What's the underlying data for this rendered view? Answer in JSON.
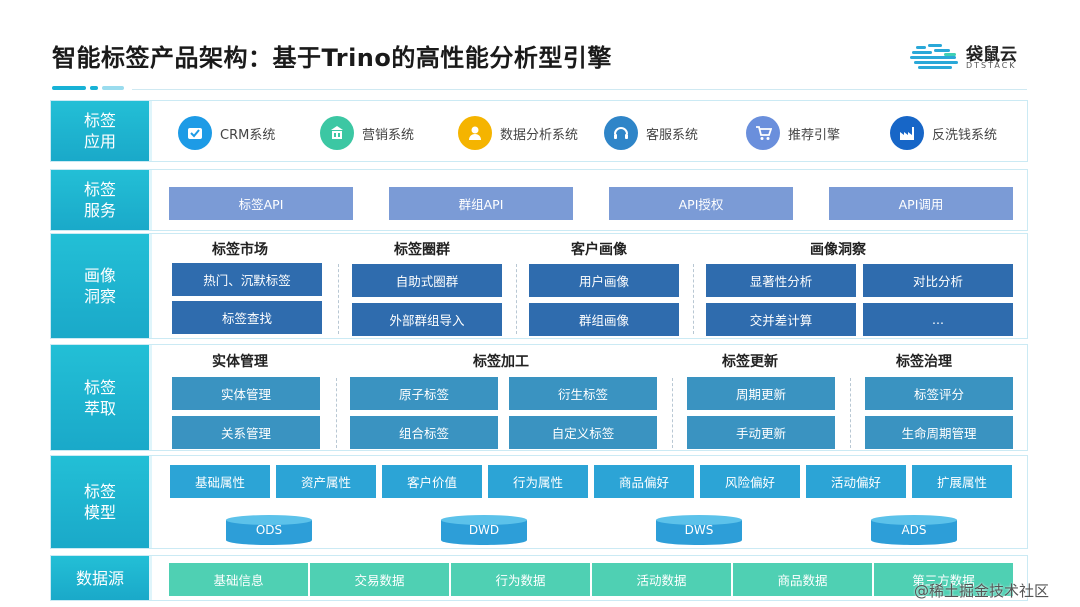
{
  "title": "智能标签产品架构：基于Trino的高性能分析型引擎",
  "logo": {
    "name": "袋鼠云",
    "sub": "DTSTACK"
  },
  "layers": {
    "app": {
      "label": "标签\n应用",
      "items": [
        {
          "label": "CRM系统",
          "icon": "crm-icon",
          "color": "#1d9be6"
        },
        {
          "label": "营销系统",
          "icon": "building-icon",
          "color": "#3cc7a3"
        },
        {
          "label": "数据分析系统",
          "icon": "user-icon",
          "color": "#f5b400"
        },
        {
          "label": "客服系统",
          "icon": "headset-icon",
          "color": "#2f85c8"
        },
        {
          "label": "推荐引擎",
          "icon": "cart-icon",
          "color": "#6a8fdc"
        },
        {
          "label": "反洗钱系统",
          "icon": "factory-icon",
          "color": "#1766c7"
        }
      ]
    },
    "service": {
      "label": "标签\n服务",
      "items": [
        "标签API",
        "群组API",
        "API授权",
        "API调用"
      ]
    },
    "insight": {
      "label": "画像\n洞察",
      "groups": [
        {
          "title": "标签市场",
          "items": [
            "热门、沉默标签",
            "标签查找"
          ]
        },
        {
          "title": "标签圈群",
          "items": [
            "自助式圈群",
            "外部群组导入"
          ]
        },
        {
          "title": "客户画像",
          "items": [
            "用户画像",
            "群组画像"
          ]
        },
        {
          "title": "画像洞察",
          "items": [
            "显著性分析",
            "对比分析",
            "交并差计算",
            "..."
          ]
        }
      ]
    },
    "extract": {
      "label": "标签\n萃取",
      "groups": [
        {
          "title": "实体管理",
          "items": [
            "实体管理",
            "关系管理"
          ]
        },
        {
          "title": "标签加工",
          "items": [
            "原子标签",
            "衍生标签",
            "组合标签",
            "自定义标签"
          ]
        },
        {
          "title": "标签更新",
          "items": [
            "周期更新",
            "手动更新"
          ]
        },
        {
          "title": "标签治理",
          "items": [
            "标签评分",
            "生命周期管理"
          ]
        }
      ]
    },
    "model": {
      "label": "标签\n模型",
      "items": [
        "基础属性",
        "资产属性",
        "客户价值",
        "行为属性",
        "商品偏好",
        "风险偏好",
        "活动偏好",
        "扩展属性"
      ],
      "stores": [
        "ODS",
        "DWD",
        "DWS",
        "ADS"
      ]
    },
    "source": {
      "label": "数据源",
      "items": [
        "基础信息",
        "交易数据",
        "行为数据",
        "活动数据",
        "商品数据",
        "第三方数据"
      ]
    }
  },
  "watermark": "@稀土掘金技术社区"
}
